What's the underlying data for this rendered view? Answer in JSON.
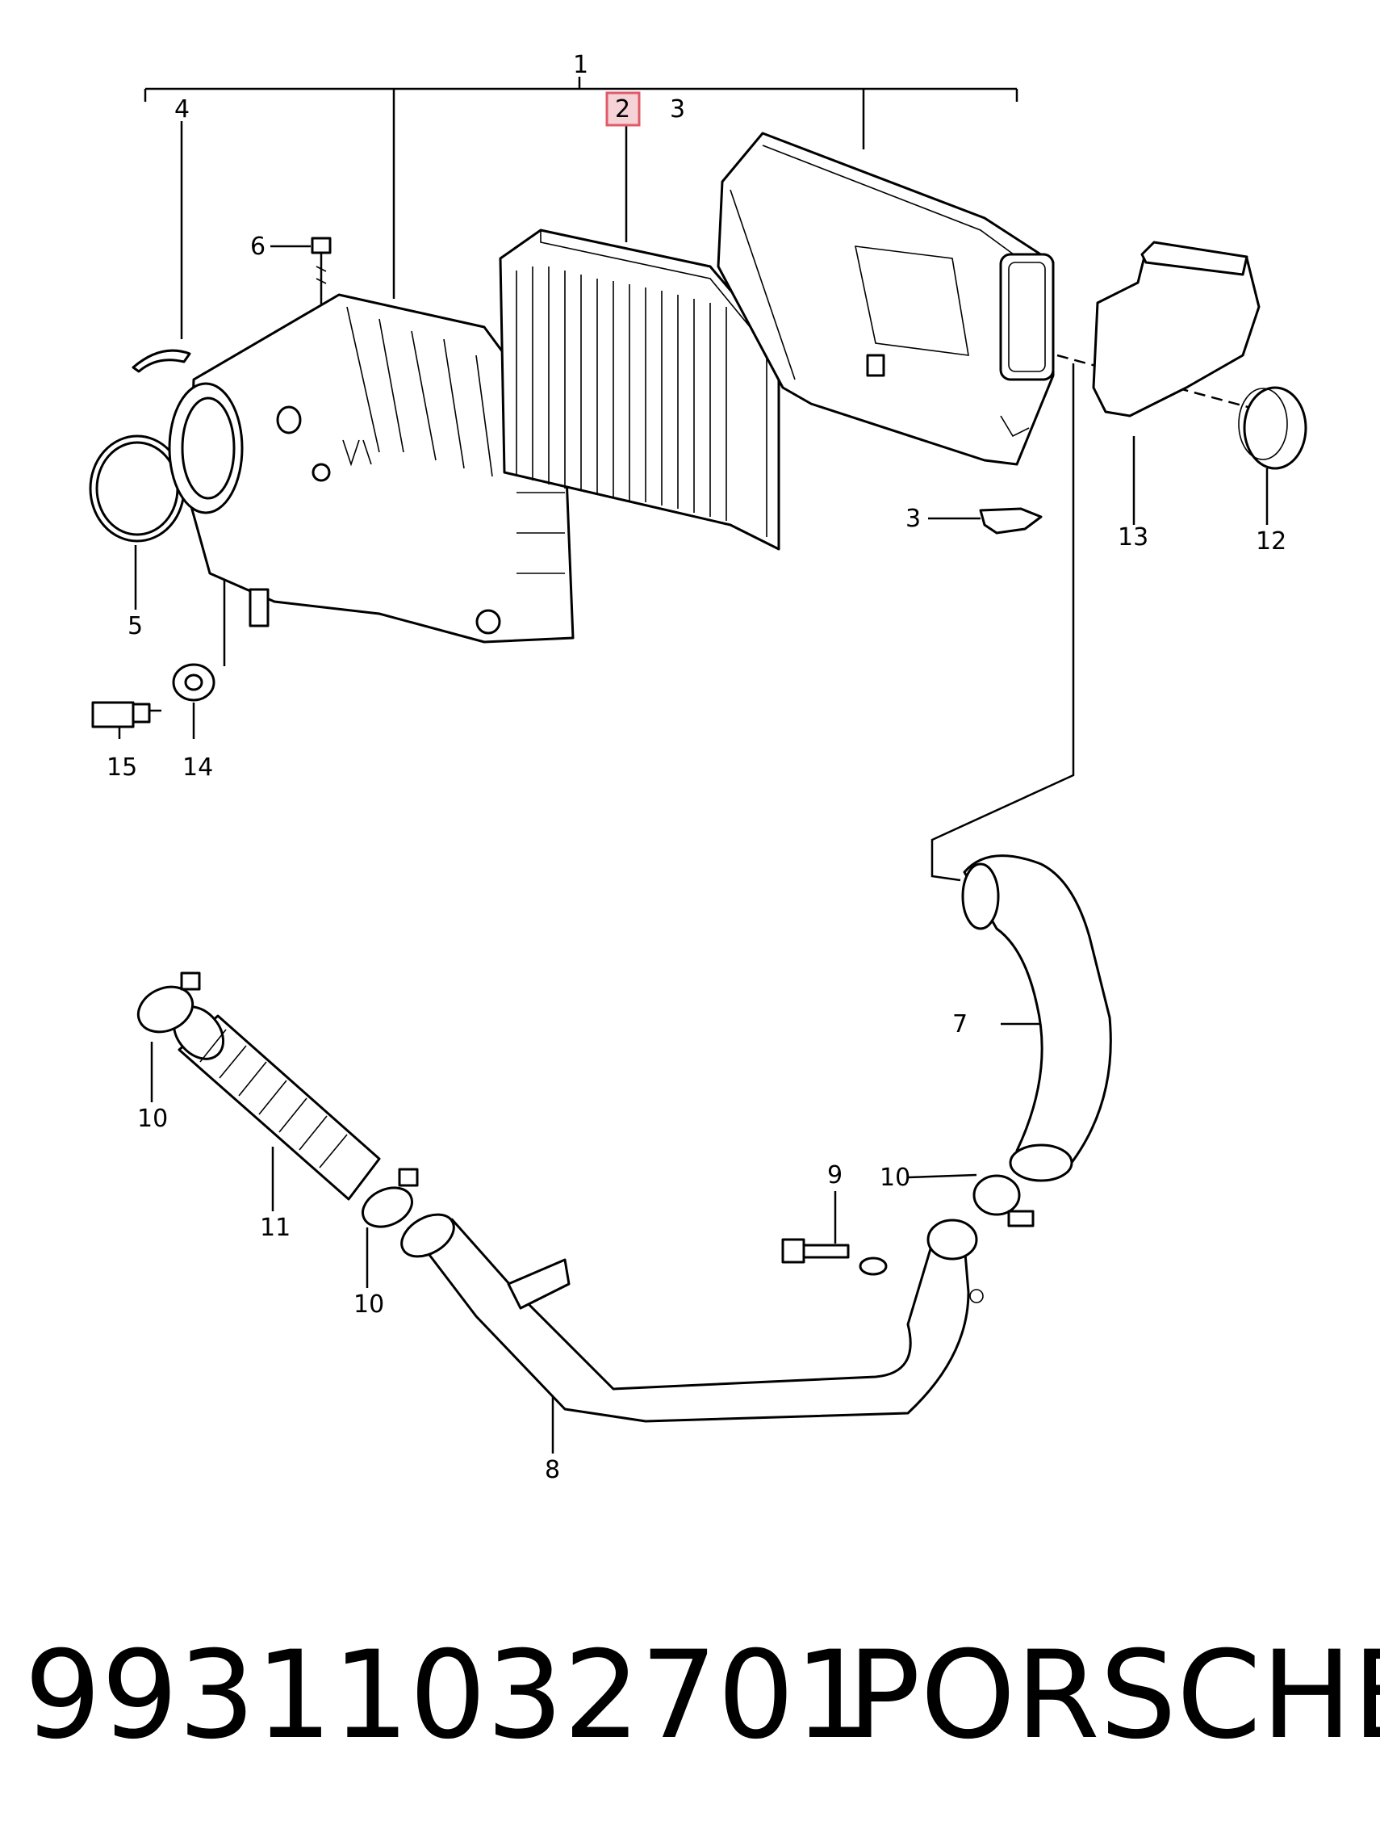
{
  "callouts": {
    "c1": "1",
    "c2": "2",
    "c3a": "3",
    "c3b": "3",
    "c4": "4",
    "c5": "5",
    "c6": "6",
    "c7": "7",
    "c8": "8",
    "c9": "9",
    "c10a": "10",
    "c10b": "10",
    "c10c": "10",
    "c11": "11",
    "c12": "12",
    "c13": "13",
    "c14": "14",
    "c15": "15"
  },
  "footer": {
    "part_number": "99311032701",
    "brand": "PORSCHE"
  },
  "colors": {
    "highlight_box": "#e05a6a",
    "line": "#000000"
  }
}
